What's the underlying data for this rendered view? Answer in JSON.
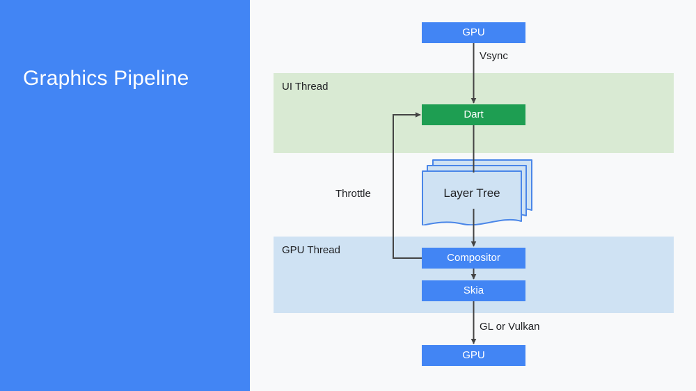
{
  "slide": {
    "title": "Graphics Pipeline",
    "background_color": "#F8F9FA",
    "title_panel_color": "#4285F4",
    "title_text_color": "#FFFFFF"
  },
  "palette": {
    "blue_box": "#4285F4",
    "green_box": "#1E9E52",
    "ui_thread_band": "#D9EAD3",
    "gpu_thread_band": "#CFE2F3",
    "layer_tree_fill": "#CFE2F3",
    "layer_tree_stroke": "#4A86E8",
    "connector": "#434343",
    "text_dark": "#202124"
  },
  "diagram": {
    "type": "flowchart",
    "bands": [
      {
        "id": "ui-thread",
        "label": "UI Thread",
        "color": "#D9EAD3"
      },
      {
        "id": "gpu-thread",
        "label": "GPU Thread",
        "color": "#CFE2F3"
      }
    ],
    "nodes": [
      {
        "id": "gpu-top",
        "label": "GPU",
        "shape": "rect",
        "fill": "#4285F4",
        "band": null
      },
      {
        "id": "dart",
        "label": "Dart",
        "shape": "rect",
        "fill": "#1E9E52",
        "band": "ui-thread"
      },
      {
        "id": "layer-tree",
        "label": "Layer Tree",
        "shape": "document-stack",
        "fill": "#CFE2F3",
        "band": null,
        "stack_count": 3
      },
      {
        "id": "compositor",
        "label": "Compositor",
        "shape": "rect",
        "fill": "#4285F4",
        "band": "gpu-thread"
      },
      {
        "id": "skia",
        "label": "Skia",
        "shape": "rect",
        "fill": "#4285F4",
        "band": "gpu-thread"
      },
      {
        "id": "gpu-bottom",
        "label": "GPU",
        "shape": "rect",
        "fill": "#4285F4",
        "band": null
      }
    ],
    "edges": [
      {
        "from": "gpu-top",
        "to": "dart",
        "label": "Vsync"
      },
      {
        "from": "dart",
        "to": "layer-tree",
        "label": ""
      },
      {
        "from": "layer-tree",
        "to": "compositor",
        "label": ""
      },
      {
        "from": "compositor",
        "to": "skia",
        "label": ""
      },
      {
        "from": "skia",
        "to": "gpu-bottom",
        "label": "GL or Vulkan"
      },
      {
        "from": "compositor",
        "to": "dart",
        "label": "Throttle"
      }
    ],
    "labels": {
      "vsync": "Vsync",
      "throttle": "Throttle",
      "gl_or_vulkan": "GL or Vulkan"
    }
  }
}
